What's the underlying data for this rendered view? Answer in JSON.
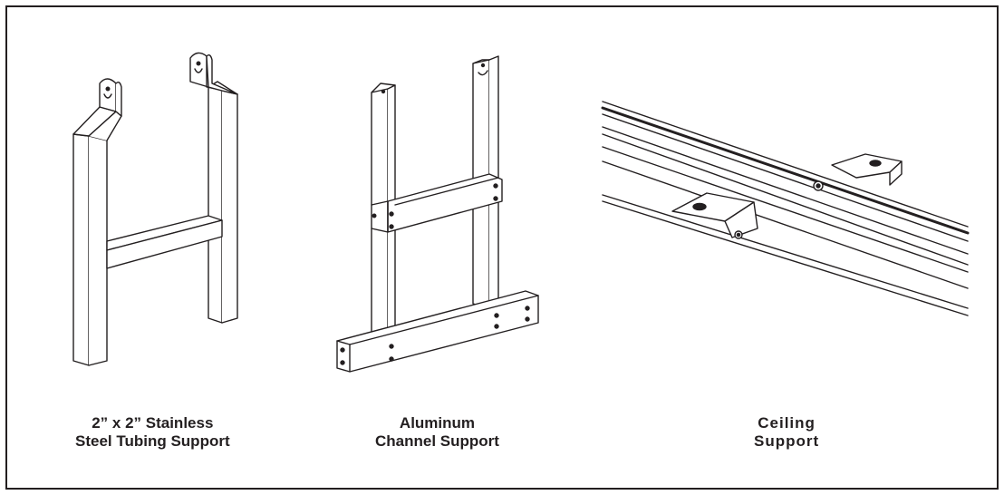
{
  "figure": {
    "colors": {
      "line": "#231f20",
      "background": "#ffffff"
    },
    "supports": [
      {
        "id": "steel",
        "line1": "2” x 2” Stainless",
        "line2": "Steel Tubing Support"
      },
      {
        "id": "aluminum",
        "line1": "Aluminum",
        "line2": "Channel Support"
      },
      {
        "id": "ceiling",
        "line1": "Ceiling",
        "line2": "Support"
      }
    ]
  }
}
